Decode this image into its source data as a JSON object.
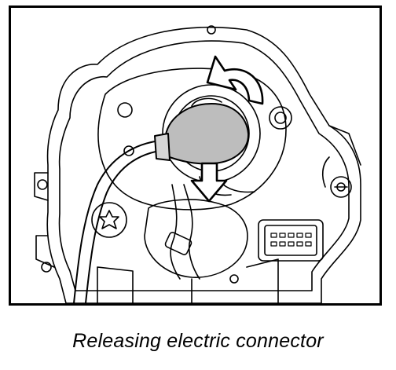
{
  "figure": {
    "caption": "Releasing electric connector",
    "annotations": [
      {
        "name": "rotate-arrow-icon",
        "meaning": "counter-clockwise rotation"
      },
      {
        "name": "pull-down-arrow-icon",
        "meaning": "pull downward"
      }
    ],
    "colors": {
      "ink": "#000000",
      "paper": "#ffffff",
      "connector_fill": "#bdbdbd"
    }
  }
}
